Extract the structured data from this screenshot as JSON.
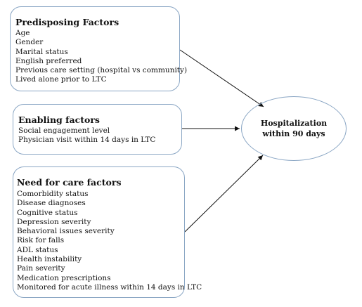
{
  "predisposing": {
    "title": "Predisposing Factors",
    "items": [
      "Age",
      "Gender",
      "Marital status",
      "English preferred",
      "Previous care setting (hospital vs community)",
      "Lived alone prior to LTC"
    ]
  },
  "enabling": {
    "title": "Enabling factors",
    "items": [
      "Social engagement level",
      "Physician visit within 14 days in LTC"
    ]
  },
  "need": {
    "title": "Need for care factors",
    "items": [
      "Comorbidity status",
      "Disease diagnoses",
      "Cognitive status",
      "Depression severity",
      "Behavioral issues severity",
      "Risk for falls",
      "ADL status",
      "Health instability",
      "Pain severity",
      "Medication prescriptions",
      "Monitored for acute illness within 14 days in LTC"
    ]
  },
  "outcome": {
    "line1": "Hospitalization",
    "line2": "within 90 days"
  }
}
